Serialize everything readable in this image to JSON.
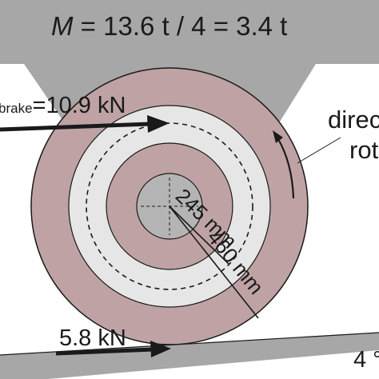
{
  "colors": {
    "body_gray": "#a7a7a7",
    "disc_rose": "#bfa3a4",
    "ring_light": "#e6e6e6",
    "hub_gray": "#b4b4b4",
    "ink": "#1a1a1a",
    "background": "#ffffff"
  },
  "labels": {
    "mass_variable": "M",
    "mass_equation": " = 13.6 t / 4 = 3.4 t",
    "brake_sub": "brake",
    "brake_force": "=10.9 kN",
    "direction_line1": "direc",
    "direction_line2": "rot",
    "radius_small": "245 mm",
    "radius_large": "460 mm",
    "ground_force": "5.8 kN",
    "corner_text": "4 °"
  }
}
